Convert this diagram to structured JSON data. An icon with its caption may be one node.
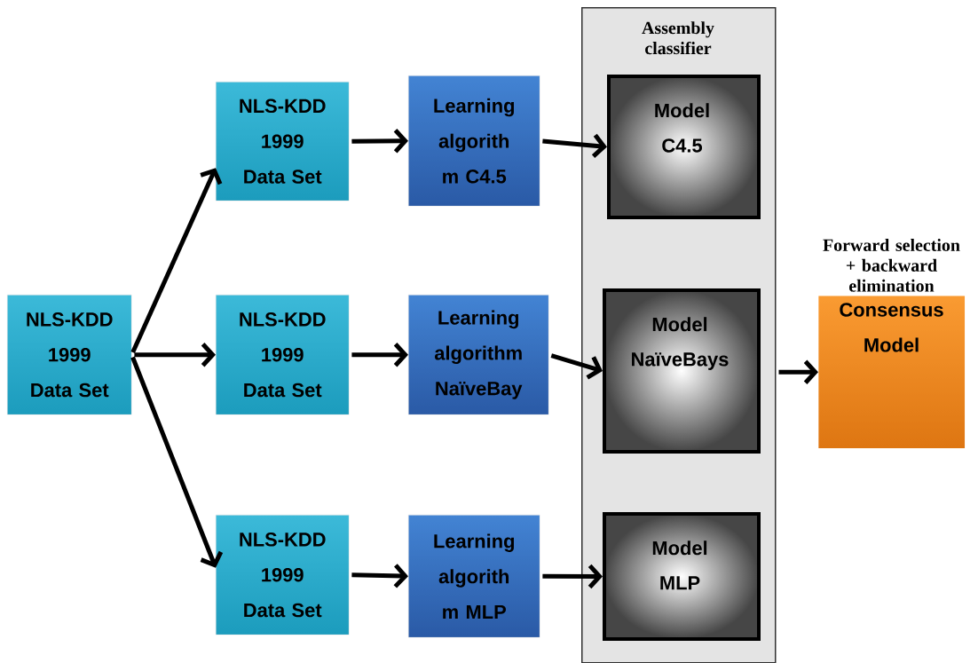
{
  "diagram": {
    "nodes": [
      {
        "text": [
          "NLS-KDD 1999 Data Set"
        ]
      },
      {
        "text": [
          "NLS-KDD 1999 Data Set"
        ]
      },
      {
        "text": [
          "NLS-KDD 1999 Data Set"
        ]
      },
      {
        "text": [
          "NLS-KDD 1999 Data Set"
        ]
      },
      {
        "text": [
          "Learning algorith m C4.5"
        ]
      },
      {
        "text": [
          "Learning algorithm NaïveBay"
        ]
      },
      {
        "text": [
          "Learning algorith m MLP"
        ]
      },
      {
        "text": [
          "Assembly classifier"
        ]
      },
      {
        "text": [
          "Model",
          "C4.5"
        ],
        "in": 7
      },
      {
        "text": [
          "Model",
          "NaïveBays"
        ],
        "in": 7
      },
      {
        "text": [
          "Model",
          "MLP"
        ],
        "in": 7
      },
      {
        "text": [
          "Forward selection + backward elimination",
          "Consensus Model"
        ]
      }
    ],
    "edges": [
      {
        "from": 0,
        "to": 1,
        "arrow": "to"
      },
      {
        "from": 0,
        "to": 2,
        "arrow": "to"
      },
      {
        "from": 0,
        "to": 3,
        "arrow": "to"
      },
      {
        "from": 1,
        "to": 4,
        "arrow": "to"
      },
      {
        "from": 2,
        "to": 5,
        "arrow": "to"
      },
      {
        "from": 3,
        "to": 6,
        "arrow": "to"
      },
      {
        "from": 4,
        "to": 8,
        "arrow": "to"
      },
      {
        "from": 5,
        "to": 9,
        "arrow": "to"
      },
      {
        "from": 6,
        "to": 10,
        "arrow": "to"
      },
      {
        "from": 7,
        "to": 11,
        "arrow": "to"
      }
    ]
  }
}
